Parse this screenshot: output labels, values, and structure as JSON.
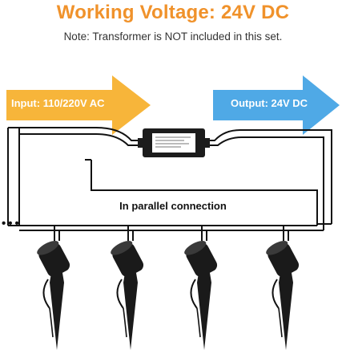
{
  "title": "Working Voltage: 24V DC",
  "note": "Note: Transformer is NOT included in this set.",
  "input_label": "Input: 110/220V AC",
  "output_label": "Output: 24V DC",
  "connection_label": "In parallel connection",
  "continuation_mark": "•••",
  "colors": {
    "title": "#f0922b",
    "input_arrow": "#f7b53a",
    "output_arrow": "#4fa9e6",
    "wire": "#111111",
    "lamp": "#1a1a1a"
  },
  "icons": {
    "transformer": "transformer-icon",
    "lamp": "spike-spotlight-icon"
  },
  "lamp_count": 4
}
